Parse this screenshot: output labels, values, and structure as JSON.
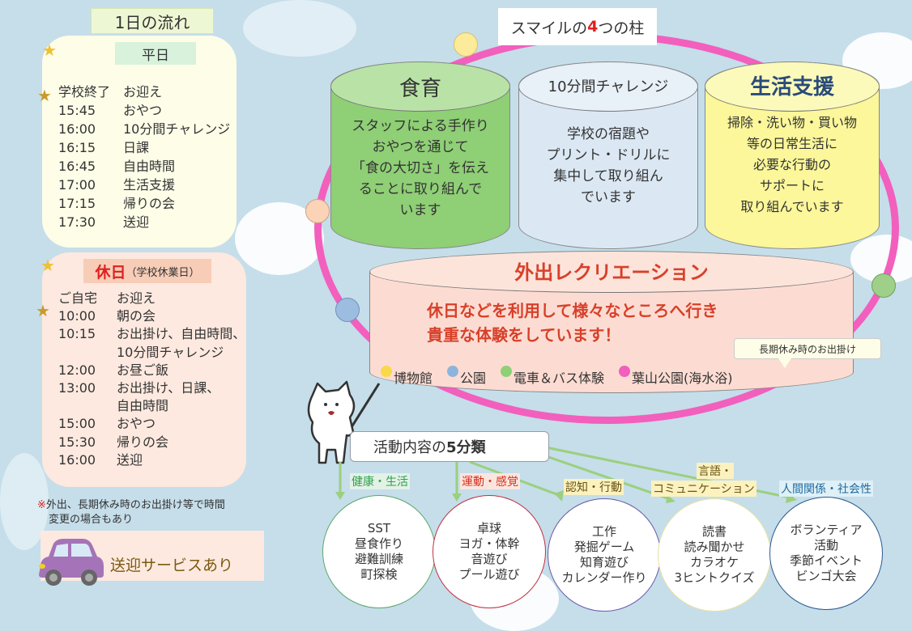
{
  "schedule": {
    "title": "1日の流れ",
    "weekday": {
      "label": "平日",
      "items": [
        {
          "time": "学校終了",
          "activity": "お迎え"
        },
        {
          "time": "15:45",
          "activity": "おやつ"
        },
        {
          "time": "16:00",
          "activity": "10分間チャレンジ"
        },
        {
          "time": "16:15",
          "activity": "日課"
        },
        {
          "time": "16:45",
          "activity": "自由時間"
        },
        {
          "time": "17:00",
          "activity": "生活支援"
        },
        {
          "time": "17:15",
          "activity": "帰りの会"
        },
        {
          "time": "17:30",
          "activity": "送迎"
        }
      ]
    },
    "holiday": {
      "label": "休日",
      "sublabel": "（学校休業日）",
      "items": [
        {
          "time": "ご自宅",
          "activity": "お迎え"
        },
        {
          "time": "10:00",
          "activity": "朝の会"
        },
        {
          "time": "10:15",
          "activity": "お出掛け、自由時間、"
        },
        {
          "time": "",
          "activity": "10分間チャレンジ"
        },
        {
          "time": "12:00",
          "activity": "お昼ご飯"
        },
        {
          "time": "13:00",
          "activity": "お出掛け、日課、"
        },
        {
          "time": "",
          "activity": "自由時間"
        },
        {
          "time": "15:00",
          "activity": "おやつ"
        },
        {
          "time": "15:30",
          "activity": "帰りの会"
        },
        {
          "time": "16:00",
          "activity": "送迎"
        }
      ]
    },
    "note_mark": "※",
    "note_line1": "外出、長期休み時のお出掛け等で時間",
    "note_line2": "変更の場合もあり",
    "pickup_service": "送迎サービスあり"
  },
  "pillars": {
    "title_pre": "スマイルの",
    "title_num": "4",
    "title_post": "つの柱",
    "items": [
      {
        "title": "食育",
        "lines": [
          "スタッフによる手作り",
          "おやつを通じて",
          "「食の大切さ」を伝え",
          "ることに取り組んで",
          "います"
        ]
      },
      {
        "title": "10分間チャレンジ",
        "lines": [
          "学校の宿題や",
          "プリント・ドリルに",
          "集中して取り組ん",
          "でいます"
        ]
      },
      {
        "title": "生活支援",
        "lines": [
          "掃除・洗い物・買い物",
          "等の日常生活に",
          "必要な行動の",
          "サポートに",
          "取り組んでいます"
        ]
      }
    ],
    "outing": {
      "title": "外出レクリエーション",
      "line1": "休日などを利用して様々なところへ行き",
      "line2": "貴重な体験をしています！",
      "bubble": "長期休み時のお出掛け",
      "places": [
        {
          "label": "博物館",
          "color": "#f7d94a"
        },
        {
          "label": "公園",
          "color": "#8fb4dc"
        },
        {
          "label": "電車＆バス体験",
          "color": "#8fcf76"
        },
        {
          "label": "葉山公園(海水浴)",
          "color": "#f25fbd"
        }
      ]
    }
  },
  "categories": {
    "title_pre": "活動内容の",
    "title_bold": "5分類",
    "items": [
      {
        "label": "健康・生活",
        "color": "#2e9e4e",
        "border": "#5aa86a",
        "text": "SST\n昼食作り\n避難訓練\n町探検"
      },
      {
        "label": "運動・感覚",
        "color": "#d8301e",
        "border": "#c03040",
        "text": "卓球\nヨガ・体幹\n音遊び\nプール遊び"
      },
      {
        "label": "認知・行動",
        "color": "#6a5210",
        "border": "#6a5aa8",
        "text": "工作\n発掘ゲーム\n知育遊び\nカレンダー作り"
      },
      {
        "label_line1": "言語・",
        "label": "コミュニケーション",
        "color": "#6a5210",
        "border": "#e8e0a0",
        "text": "読書\n読み聞かせ\nカラオケ\n3ヒントクイズ"
      },
      {
        "label": "人間関係・社会性",
        "color": "#1e6aa0",
        "border": "#2a5a90",
        "text": "ボランティア\n活動\n季節イベント\nビンゴ大会"
      }
    ]
  }
}
